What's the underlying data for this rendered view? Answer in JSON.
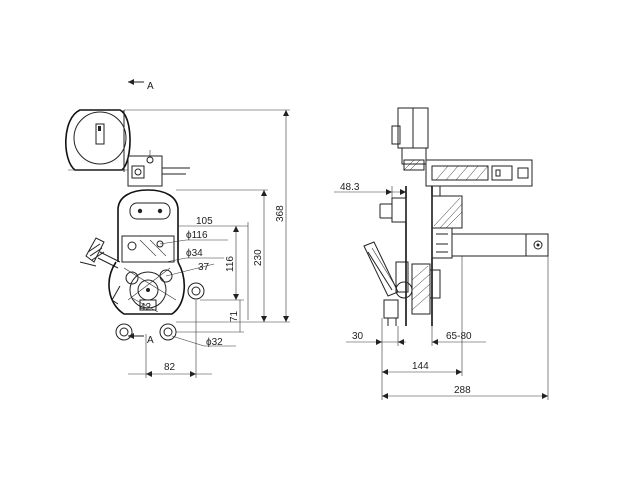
{
  "section_marks": {
    "top": "A",
    "bottom": "A"
  },
  "front_view": {
    "dims": {
      "d105": "105",
      "d116_dia": "ϕ116",
      "d34_dia": "ϕ34",
      "d37": "37",
      "d42": "42",
      "d116": "116",
      "d230": "230",
      "d368": "368",
      "d71": "71",
      "d32_dia": "ϕ32",
      "d82": "82"
    }
  },
  "side_view": {
    "dims": {
      "d48_3": "48.3",
      "d30": "30",
      "d65_80": "65-80",
      "d144": "144",
      "d288": "288"
    }
  },
  "colors": {
    "line": "#222222",
    "background": "#ffffff"
  }
}
